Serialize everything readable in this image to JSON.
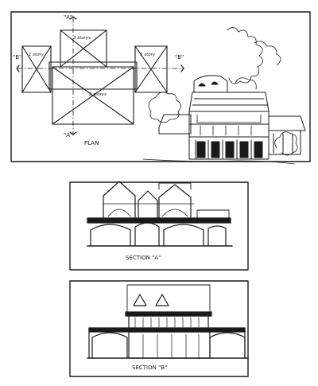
{
  "plan": {
    "title": "PLAN",
    "section_a_marker": "\"A\"",
    "section_b_marker": "\"B\"",
    "room_labels": [
      "3 storys",
      "1 story",
      "1 story",
      "2 storys"
    ]
  },
  "section_a": {
    "caption": "SECTION \"A\""
  },
  "section_b": {
    "caption": "SECTION \"B\""
  },
  "colors": {
    "ink": "#1a1a1a",
    "paper": "#ffffff"
  }
}
